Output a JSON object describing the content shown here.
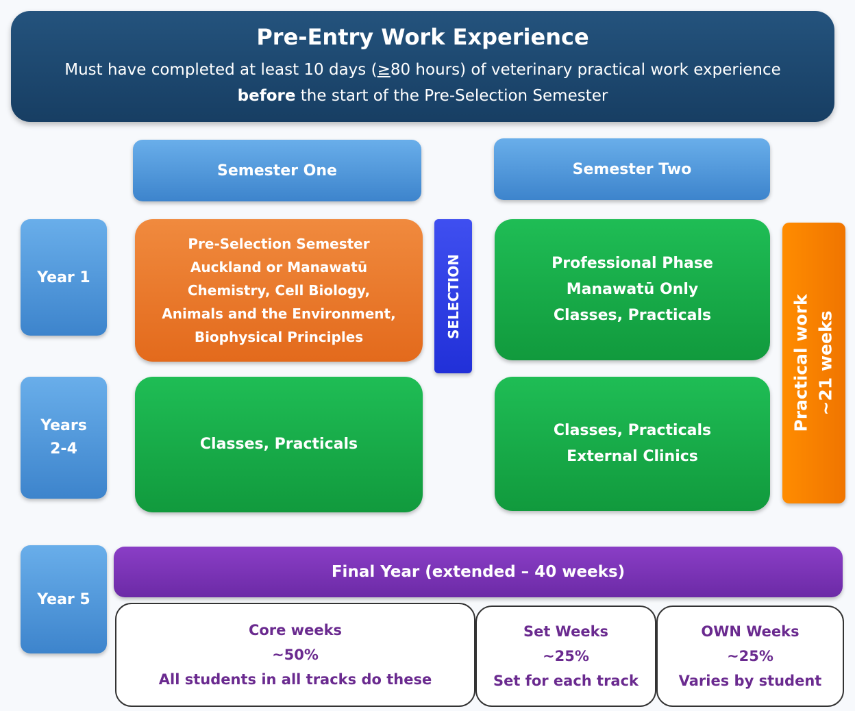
{
  "header": {
    "title": "Pre-Entry Work Experience",
    "line1_pre": "Must have completed at least 10 days (",
    "line1_sym": "≥",
    "line1_post": "80 hours) of veterinary practical work experience",
    "line2_bold": "before",
    "line2_rest": " the start of the Pre-Selection Semester"
  },
  "semesters": {
    "one": "Semester One",
    "two": "Semester Two"
  },
  "years": {
    "y1": "Year 1",
    "y24_a": "Years",
    "y24_b": "2-4",
    "y5": "Year 5"
  },
  "year1": {
    "sem1": [
      "Pre-Selection Semester",
      "Auckland or Manawatū",
      "Chemistry, Cell Biology,",
      "Animals and the Environment,",
      "Biophysical Principles"
    ],
    "sem2": [
      "Professional Phase",
      "Manawatū Only",
      "Classes, Practicals"
    ]
  },
  "selection": "SELECTION",
  "years24": {
    "sem1": "Classes, Practicals",
    "sem2": [
      "Classes, Practicals",
      "External Clinics"
    ]
  },
  "practical": {
    "line1": "Practical work",
    "line2": "~21 weeks"
  },
  "final_year": "Final Year (extended – 40 weeks)",
  "tracks": [
    {
      "title": "Core weeks",
      "pct": "~50%",
      "desc": "All students in all tracks do these"
    },
    {
      "title": "Set Weeks",
      "pct": "~25%",
      "desc": "Set for each track"
    },
    {
      "title": "OWN Weeks",
      "pct": "~25%",
      "desc": "Varies by student"
    }
  ]
}
